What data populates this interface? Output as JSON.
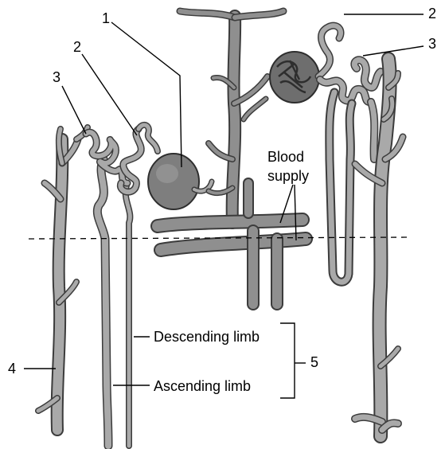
{
  "labels": {
    "n1": "1",
    "n2_left": "2",
    "n2_right": "2",
    "n3_left": "3",
    "n3_right": "3",
    "n4": "4",
    "n5": "5",
    "blood_supply_line1": "Blood",
    "blood_supply_line2": "supply",
    "descending_limb": "Descending limb",
    "ascending_limb": "Ascending limb"
  },
  "colors": {
    "tube_fill": "#a9a9a9",
    "tube_outline": "#3c3c3c",
    "vessel_fill": "#8f8f8f",
    "capsule_fill": "#7e7e7e",
    "glomerulus_dark": "#2e2e2e",
    "leader_line": "#000000",
    "background": "#ffffff"
  }
}
